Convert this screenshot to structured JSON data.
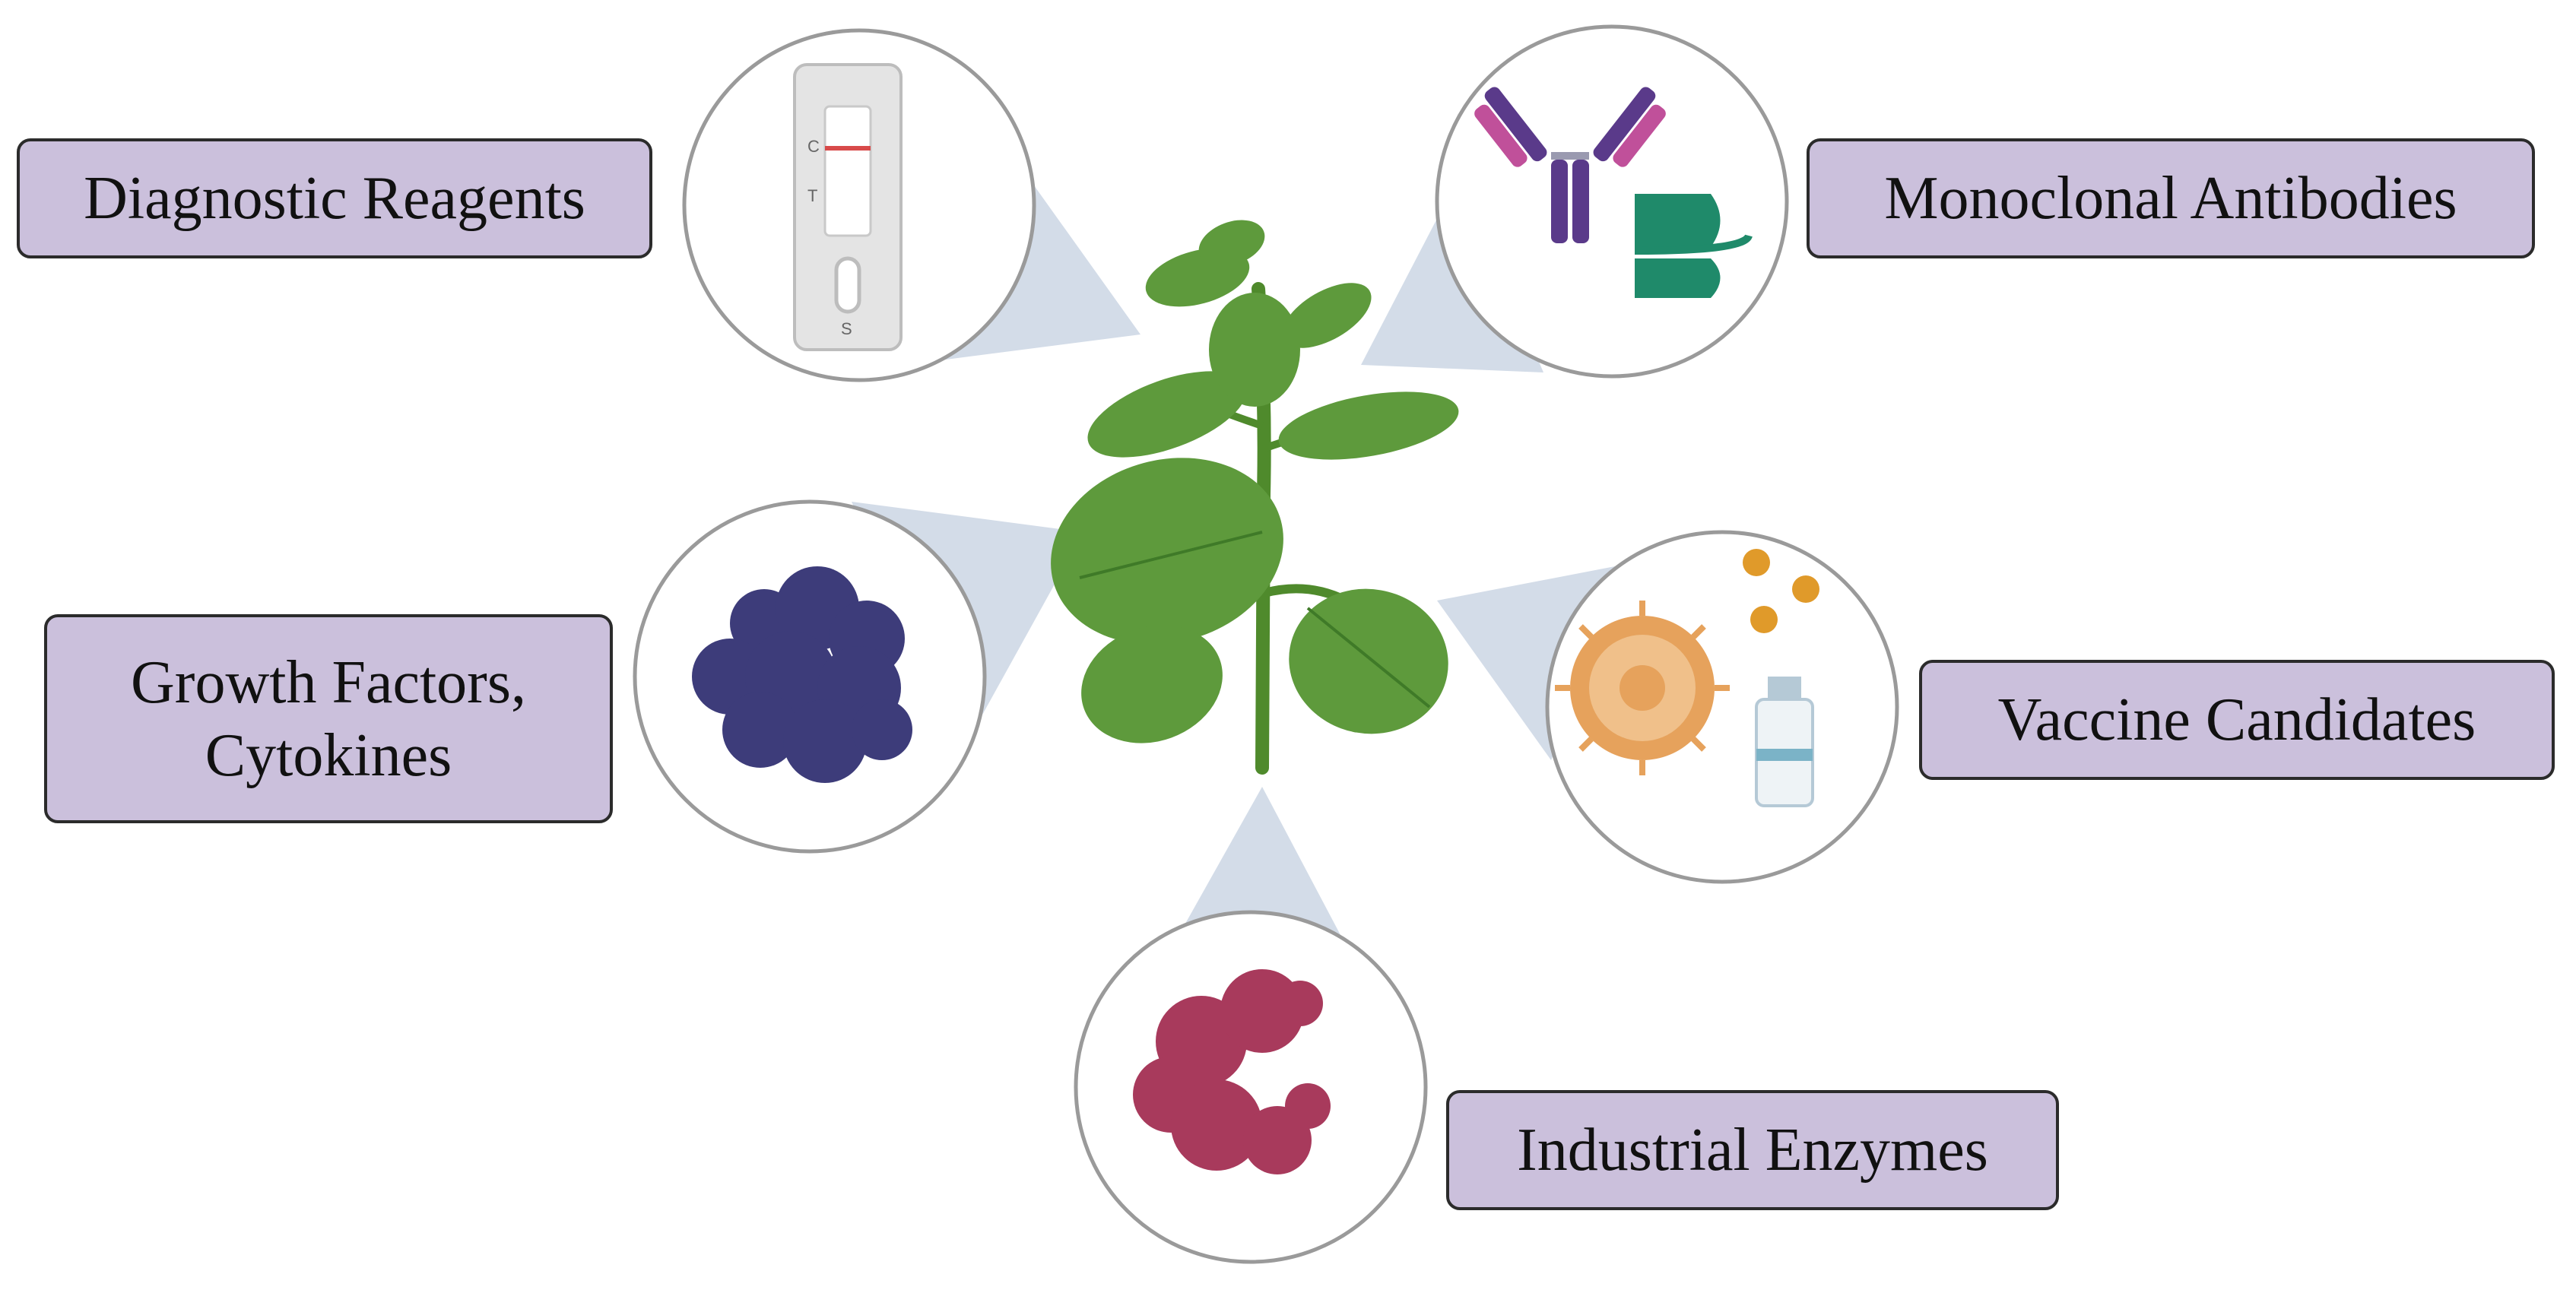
{
  "colors": {
    "label_fill": "#cbc0dc",
    "label_border": "#2b2b2b",
    "pointer": "#d3dce8",
    "leaf": "#5e9a3c",
    "leaf_dark": "#3f7a28",
    "stem": "#4f8a2c",
    "growth_factor": "#3d3c7a",
    "enzyme": "#a83a5c",
    "virus": "#e6a25c",
    "antibody_purple": "#5a3a8a",
    "antibody_pink": "#c0509a",
    "rna_green": "#1f8a6a",
    "test_line": "#d84a4a"
  },
  "icons": {
    "diagnostic": "lateral-flow-test-icon",
    "antibodies": "antibody-icon",
    "growth": "protein-aggregate-icon",
    "vaccine": "virus-and-vial-icon",
    "enzymes": "enzyme-icon",
    "plant": "tobacco-plant-icon"
  },
  "test_strip": {
    "control_mark": "C",
    "test_mark": "T",
    "sample_mark": "S"
  },
  "labels": {
    "diagnostic": "Diagnostic Reagents",
    "antibodies": "Monoclonal Antibodies",
    "growth_line1": "Growth Factors,",
    "growth_line2": "Cytokines",
    "vaccine": "Vaccine Candidates",
    "enzymes": "Industrial Enzymes"
  }
}
